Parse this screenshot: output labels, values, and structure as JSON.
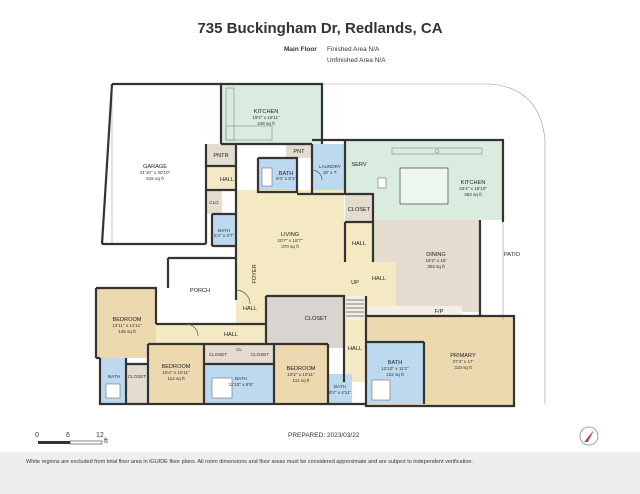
{
  "title": "735 Buckingham Dr, Redlands, CA",
  "floor": {
    "name": "Main Floor",
    "finished": "Finished Area N/A",
    "unfinished": "Unfinished Area N/A"
  },
  "colors": {
    "kitchen_green": "#d9ecdf",
    "blue": "#bcd9ef",
    "tan": "#ecd9b0",
    "yellow": "#f5e9c3",
    "beige": "#e4dccf",
    "grey": "#d8d4cf",
    "light": "#f3efe4",
    "wall": "#333333"
  },
  "rooms": {
    "garage": {
      "name": "GARAGE",
      "dims": "21'10\" x 30'10\"",
      "area": "615 sq ft"
    },
    "kitchen1": {
      "name": "KITCHEN",
      "dims": "19'2\" x 18'11\"",
      "area": "246 sq ft"
    },
    "kitchen2": {
      "name": "KITCHEN",
      "dims": "23'4\" x 15'10\"",
      "area": "363 sq ft"
    },
    "pntr": {
      "name": "PNTR"
    },
    "pnt": {
      "name": "PNT"
    },
    "bath1": {
      "name": "BATH",
      "dims": "9'4\" x 6'1\""
    },
    "laundry": {
      "name": "LAUNDRY",
      "dims": "10' x 7'"
    },
    "serv": {
      "name": "SERV"
    },
    "hall1": {
      "name": "HALL"
    },
    "clo": {
      "name": "CLO"
    },
    "bath_small": {
      "name": "BATH",
      "dims": "5'4\" x 4'7\""
    },
    "closet1": {
      "name": "CLOSET"
    },
    "living": {
      "name": "LIVING",
      "dims": "20'7\" x 18'7\"",
      "area": "370 sq ft"
    },
    "hall2": {
      "name": "HALL"
    },
    "dining": {
      "name": "DINING",
      "dims": "19'2\" x 18'",
      "area": "303 sq ft"
    },
    "patio": {
      "name": "PATIO"
    },
    "foyer": {
      "name": "FOYER"
    },
    "hall3": {
      "name": "HALL"
    },
    "up": {
      "name": "UP"
    },
    "porch": {
      "name": "PORCH"
    },
    "hall4": {
      "name": "HALL"
    },
    "closet2": {
      "name": "CLOSET"
    },
    "fp": {
      "name": "F/P"
    },
    "bedroom1": {
      "name": "BEDROOM",
      "dims": "13'11\" x 12'11\"",
      "area": "148 sq ft"
    },
    "hall5": {
      "name": "HALL"
    },
    "hall6": {
      "name": "HALL"
    },
    "bath2": {
      "name": "BATH",
      "dims": "12'10\" x 11'1\"",
      "area": "122 sq ft"
    },
    "primary": {
      "name": "PRIMARY",
      "dims": "27'4\" x 17'",
      "area": "319 sq ft"
    },
    "bath3": {
      "name": "BATH"
    },
    "closet3": {
      "name": "CLOSET"
    },
    "bedroom2": {
      "name": "BEDROOM",
      "dims": "10'4\" x 10'11\"",
      "area": "113 sq ft"
    },
    "closet4": {
      "name": "CLOSET"
    },
    "cl": {
      "name": "CL"
    },
    "closet5": {
      "name": "CLOSET"
    },
    "bath4": {
      "name": "BATH",
      "dims": "11'10\" x 6'5\""
    },
    "bedroom3": {
      "name": "BEDROOM",
      "dims": "10'2\" x 10'11\"",
      "area": "111 sq ft"
    },
    "bath5": {
      "name": "BATH",
      "dims": "8'2\" x 4'11\""
    }
  },
  "scale": {
    "t0": "0",
    "t6": "6",
    "t12": "12",
    "unit": "ft"
  },
  "prepared": "PREPARED: 2023/03/22",
  "footer": "White regions are excluded from total floor area in iGUIDE floor plans. All room dimensions and floor areas must be considered approximate and are subject to independent verification."
}
